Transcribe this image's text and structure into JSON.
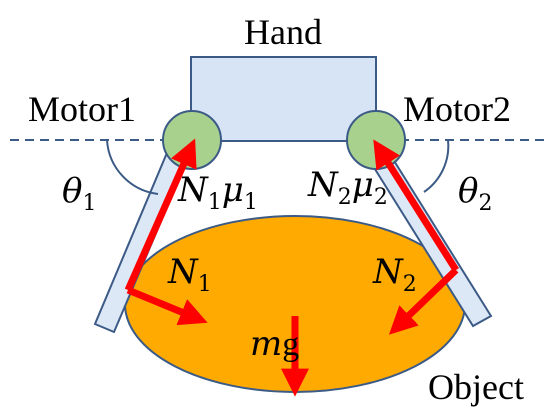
{
  "labels": {
    "hand": "Hand",
    "motor1": "Motor1",
    "motor2": "Motor2",
    "object": "Object",
    "theta1": {
      "base": "θ",
      "sub": "1"
    },
    "theta2": {
      "base": "θ",
      "sub": "2"
    },
    "friction1": {
      "n": "N",
      "n_sub": "1",
      "mu": "μ",
      "mu_sub": "1"
    },
    "friction2": {
      "n": "N",
      "n_sub": "2",
      "mu": "μ",
      "mu_sub": "2"
    },
    "normal1": {
      "base": "N",
      "sub": "1"
    },
    "normal2": {
      "base": "N",
      "sub": "2"
    },
    "weight": {
      "m": "m",
      "g": "g"
    }
  },
  "colors": {
    "hand_fill": "#d6e4f5",
    "hand_stroke": "#3b5a86",
    "motor_fill": "#a9d18e",
    "motor_stroke": "#3b5a86",
    "finger_fill": "#dde8f6",
    "finger_stroke": "#3b5a86",
    "object_fill": "#ffaa00",
    "object_stroke": "#3b5a86",
    "arrow": "#ff0000",
    "dashed_line": "#3b5a86",
    "text": "#000000"
  }
}
